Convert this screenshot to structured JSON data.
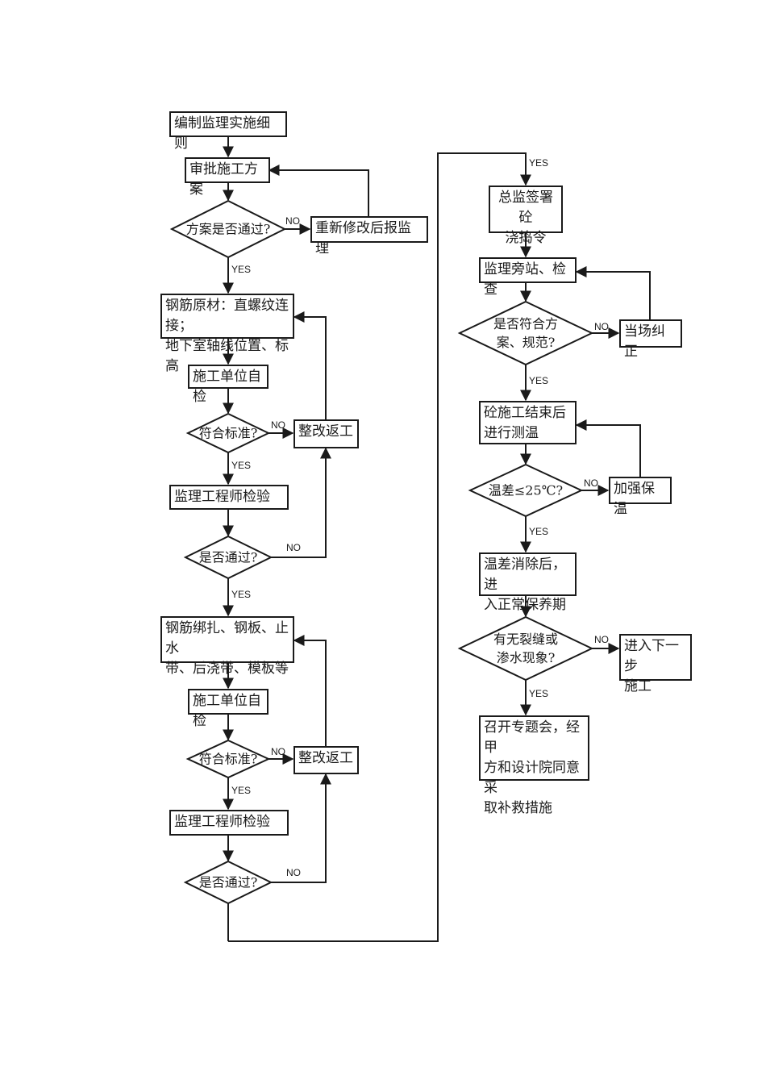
{
  "left": {
    "compile": "编制监理实施细则",
    "approve": "审批施工方案",
    "plan_pass": "方案是否通过?",
    "resubmit": "重新修改后报监理",
    "rebar_material": "钢筋原材：直螺纹连接；\n地下室轴线位置、标高",
    "self_check_1": "施工单位自检",
    "meet_standard_1": "符合标准?",
    "rectify_1": "整改返工",
    "engineer_check_1": "监理工程师检验",
    "pass_1": "是否通过?",
    "rebar_binding": "钢筋绑扎、钢板、止水\n带、后浇带、模板等",
    "self_check_2": "施工单位自检",
    "meet_standard_2": "符合标准?",
    "rectify_2": "整改返工",
    "engineer_check_2": "监理工程师检验",
    "pass_2": "是否通过?"
  },
  "right": {
    "sign_order": "总监签署砼\n浇捣令",
    "supervise": "监理旁站、检查",
    "conform": "是否符合方\n案、规范?",
    "correct": "当场纠正",
    "measure_temp": "砼施工结束后\n进行测温",
    "temp_diff": "温差≤25℃?",
    "insulate": "加强保温",
    "normal_cure": "温差消除后，进\n入正常保养期",
    "crack": "有无裂缝或\n渗水现象?",
    "next_step": "进入下一步\n施工",
    "meeting": "召开专题会，经甲\n方和设计院同意采\n取补救措施"
  },
  "labels": {
    "yes": "YES",
    "no": "NO"
  }
}
